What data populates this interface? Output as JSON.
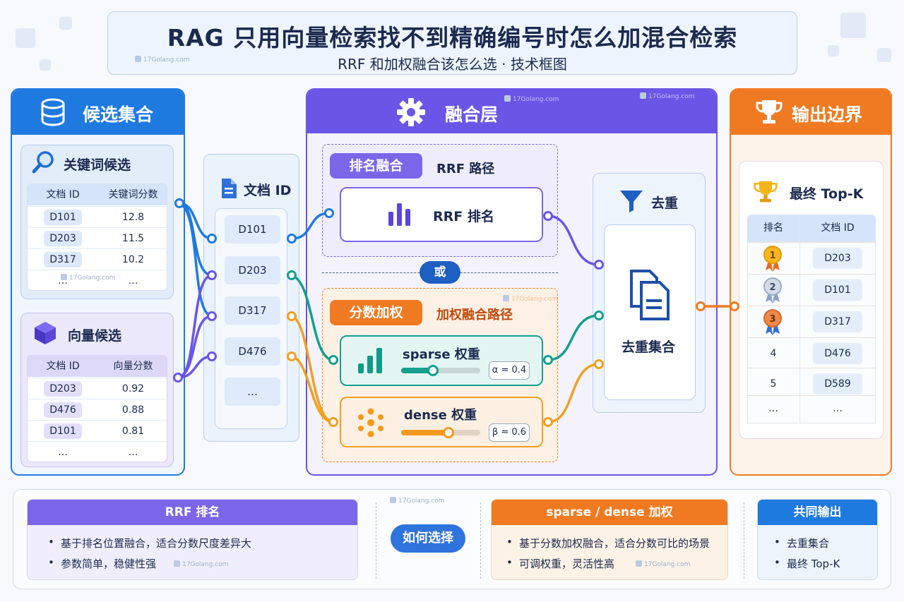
{
  "title": {
    "main": "RAG 只用向量检索找不到精确编号时怎么加混合检索",
    "sub": "RRF 和加权融合该怎么选 · 技术框图"
  },
  "watermark": "17Golang.com",
  "candidates": {
    "header": "候选集合",
    "keyword": {
      "title": "关键词候选",
      "columns": [
        "文档 ID",
        "关键词分数"
      ],
      "rows": [
        [
          "D101",
          "12.8"
        ],
        [
          "D203",
          "11.5"
        ],
        [
          "D317",
          "10.2"
        ],
        [
          "…",
          "…"
        ]
      ]
    },
    "vector": {
      "title": "向量候选",
      "columns": [
        "文档 ID",
        "向量分数"
      ],
      "rows": [
        [
          "D203",
          "0.92"
        ],
        [
          "D476",
          "0.88"
        ],
        [
          "D101",
          "0.81"
        ],
        [
          "…",
          "…"
        ]
      ]
    }
  },
  "doc_ids": {
    "title": "文档 ID",
    "items": [
      "D101",
      "D203",
      "D317",
      "D476",
      "…"
    ]
  },
  "fusion": {
    "header": "融合层",
    "rrf": {
      "tag": "排名融合",
      "path": "RRF 路径",
      "node": "RRF 排名"
    },
    "or": "或",
    "weighted": {
      "tag": "分数加权",
      "path": "加权融合路径",
      "sparse": {
        "label": "sparse 权重",
        "value": "α = 0.4",
        "level": 0.4
      },
      "dense": {
        "label": "dense 权重",
        "value": "β = 0.6",
        "level": 0.6
      }
    },
    "dedup": {
      "title": "去重",
      "set": "去重集合"
    }
  },
  "output": {
    "header": "输出边界",
    "title": "最终 Top-K",
    "columns": [
      "排名",
      "文档 ID"
    ],
    "rows": [
      [
        "1",
        "D203"
      ],
      [
        "2",
        "D101"
      ],
      [
        "3",
        "D317"
      ],
      [
        "4",
        "D476"
      ],
      [
        "5",
        "D589"
      ],
      [
        "…",
        "…"
      ]
    ]
  },
  "bottom": {
    "rrf": {
      "title": "RRF 排名",
      "items": [
        "基于排名位置融合，适合分数尺度差异大",
        "参数简单，稳健性强"
      ]
    },
    "choose": "如何选择",
    "weighted": {
      "title": "sparse / dense 加权",
      "items": [
        "基于分数加权融合，适合分数可比的场景",
        "可调权重，灵活性高"
      ]
    },
    "common": {
      "title": "共同输出",
      "items": [
        "去重集合",
        "最终 Top-K"
      ]
    }
  },
  "colors": {
    "blue": "#1f7ae0",
    "purple": "#6a56e6",
    "orange": "#f07a22",
    "teal": "#14a08e"
  }
}
